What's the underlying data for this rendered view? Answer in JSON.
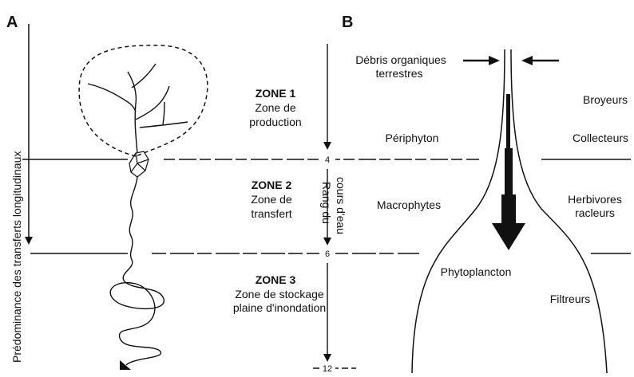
{
  "panel_a": {
    "letter": "A",
    "vertical_axis_label": "Prédominance des transferts longitudinaux",
    "zones": [
      {
        "title": "ZONE 1",
        "lines": [
          "Zone de",
          "production"
        ]
      },
      {
        "title": "ZONE 2",
        "lines": [
          "Zone de",
          "transfert"
        ]
      },
      {
        "title": "ZONE 3",
        "lines": [
          "Zone de stockage",
          "plaine d'inondation"
        ]
      }
    ]
  },
  "stream_order": {
    "label_line1": "Rang du",
    "label_line2": "cours d'eau",
    "ticks": [
      "4",
      "6",
      "12"
    ]
  },
  "panel_b": {
    "letter": "B",
    "inputs_label_line1": "Débris organiques",
    "inputs_label_line2": "terrestres",
    "producers": [
      "Périphyton",
      "Macrophytes",
      "Phytoplancton"
    ],
    "consumers": {
      "broyeurs": "Broyeurs",
      "collecteurs": "Collecteurs",
      "herbivores_line1": "Herbivores",
      "herbivores_line2": "racleurs",
      "filtreurs": "Filtreurs"
    }
  }
}
